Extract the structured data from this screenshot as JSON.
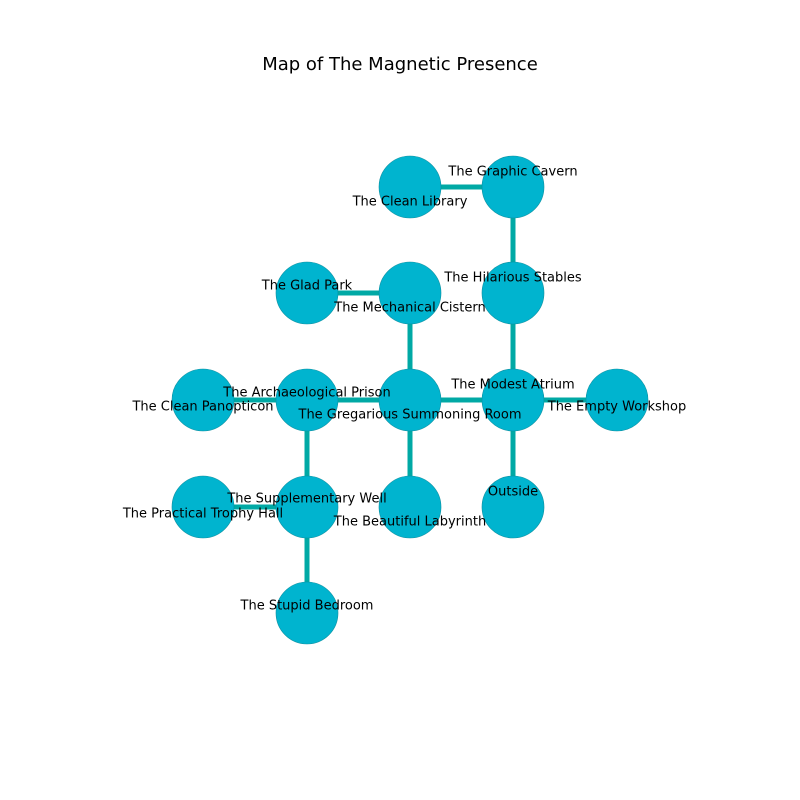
{
  "title": "Map of The Magnetic Presence",
  "colors": {
    "node": "#00b4cf",
    "node_stroke": "#0a8fa0",
    "edge": "#00a9a5"
  },
  "rooms": [
    {
      "id": "clean-library",
      "name": "The Clean Library"
    },
    {
      "id": "graphic-cavern",
      "name": "The Graphic Cavern"
    },
    {
      "id": "glad-park",
      "name": "The Glad Park"
    },
    {
      "id": "mechanical-cistern",
      "name": "The Mechanical Cistern"
    },
    {
      "id": "hilarious-stables",
      "name": "The Hilarious Stables"
    },
    {
      "id": "clean-panopticon",
      "name": "The Clean Panopticon"
    },
    {
      "id": "archaeological-prison",
      "name": "The Archaeological Prison"
    },
    {
      "id": "gregarious-summoning-room",
      "name": "The Gregarious Summoning Room"
    },
    {
      "id": "modest-atrium",
      "name": "The Modest Atrium"
    },
    {
      "id": "empty-workshop",
      "name": "The Empty Workshop"
    },
    {
      "id": "practical-trophy-hall",
      "name": "The Practical Trophy Hall"
    },
    {
      "id": "supplementary-well",
      "name": "The Supplementary Well"
    },
    {
      "id": "beautiful-labyrinth",
      "name": "The Beautiful Labyrinth"
    },
    {
      "id": "outside",
      "name": "Outside"
    },
    {
      "id": "stupid-bedroom",
      "name": "The Stupid Bedroom"
    }
  ],
  "connections": [
    [
      "clean-library",
      "graphic-cavern"
    ],
    [
      "graphic-cavern",
      "hilarious-stables"
    ],
    [
      "glad-park",
      "mechanical-cistern"
    ],
    [
      "mechanical-cistern",
      "gregarious-summoning-room"
    ],
    [
      "hilarious-stables",
      "modest-atrium"
    ],
    [
      "clean-panopticon",
      "archaeological-prison"
    ],
    [
      "archaeological-prison",
      "gregarious-summoning-room"
    ],
    [
      "gregarious-summoning-room",
      "modest-atrium"
    ],
    [
      "modest-atrium",
      "empty-workshop"
    ],
    [
      "modest-atrium",
      "outside"
    ],
    [
      "archaeological-prison",
      "supplementary-well"
    ],
    [
      "gregarious-summoning-room",
      "beautiful-labyrinth"
    ],
    [
      "practical-trophy-hall",
      "supplementary-well"
    ],
    [
      "supplementary-well",
      "stupid-bedroom"
    ]
  ]
}
